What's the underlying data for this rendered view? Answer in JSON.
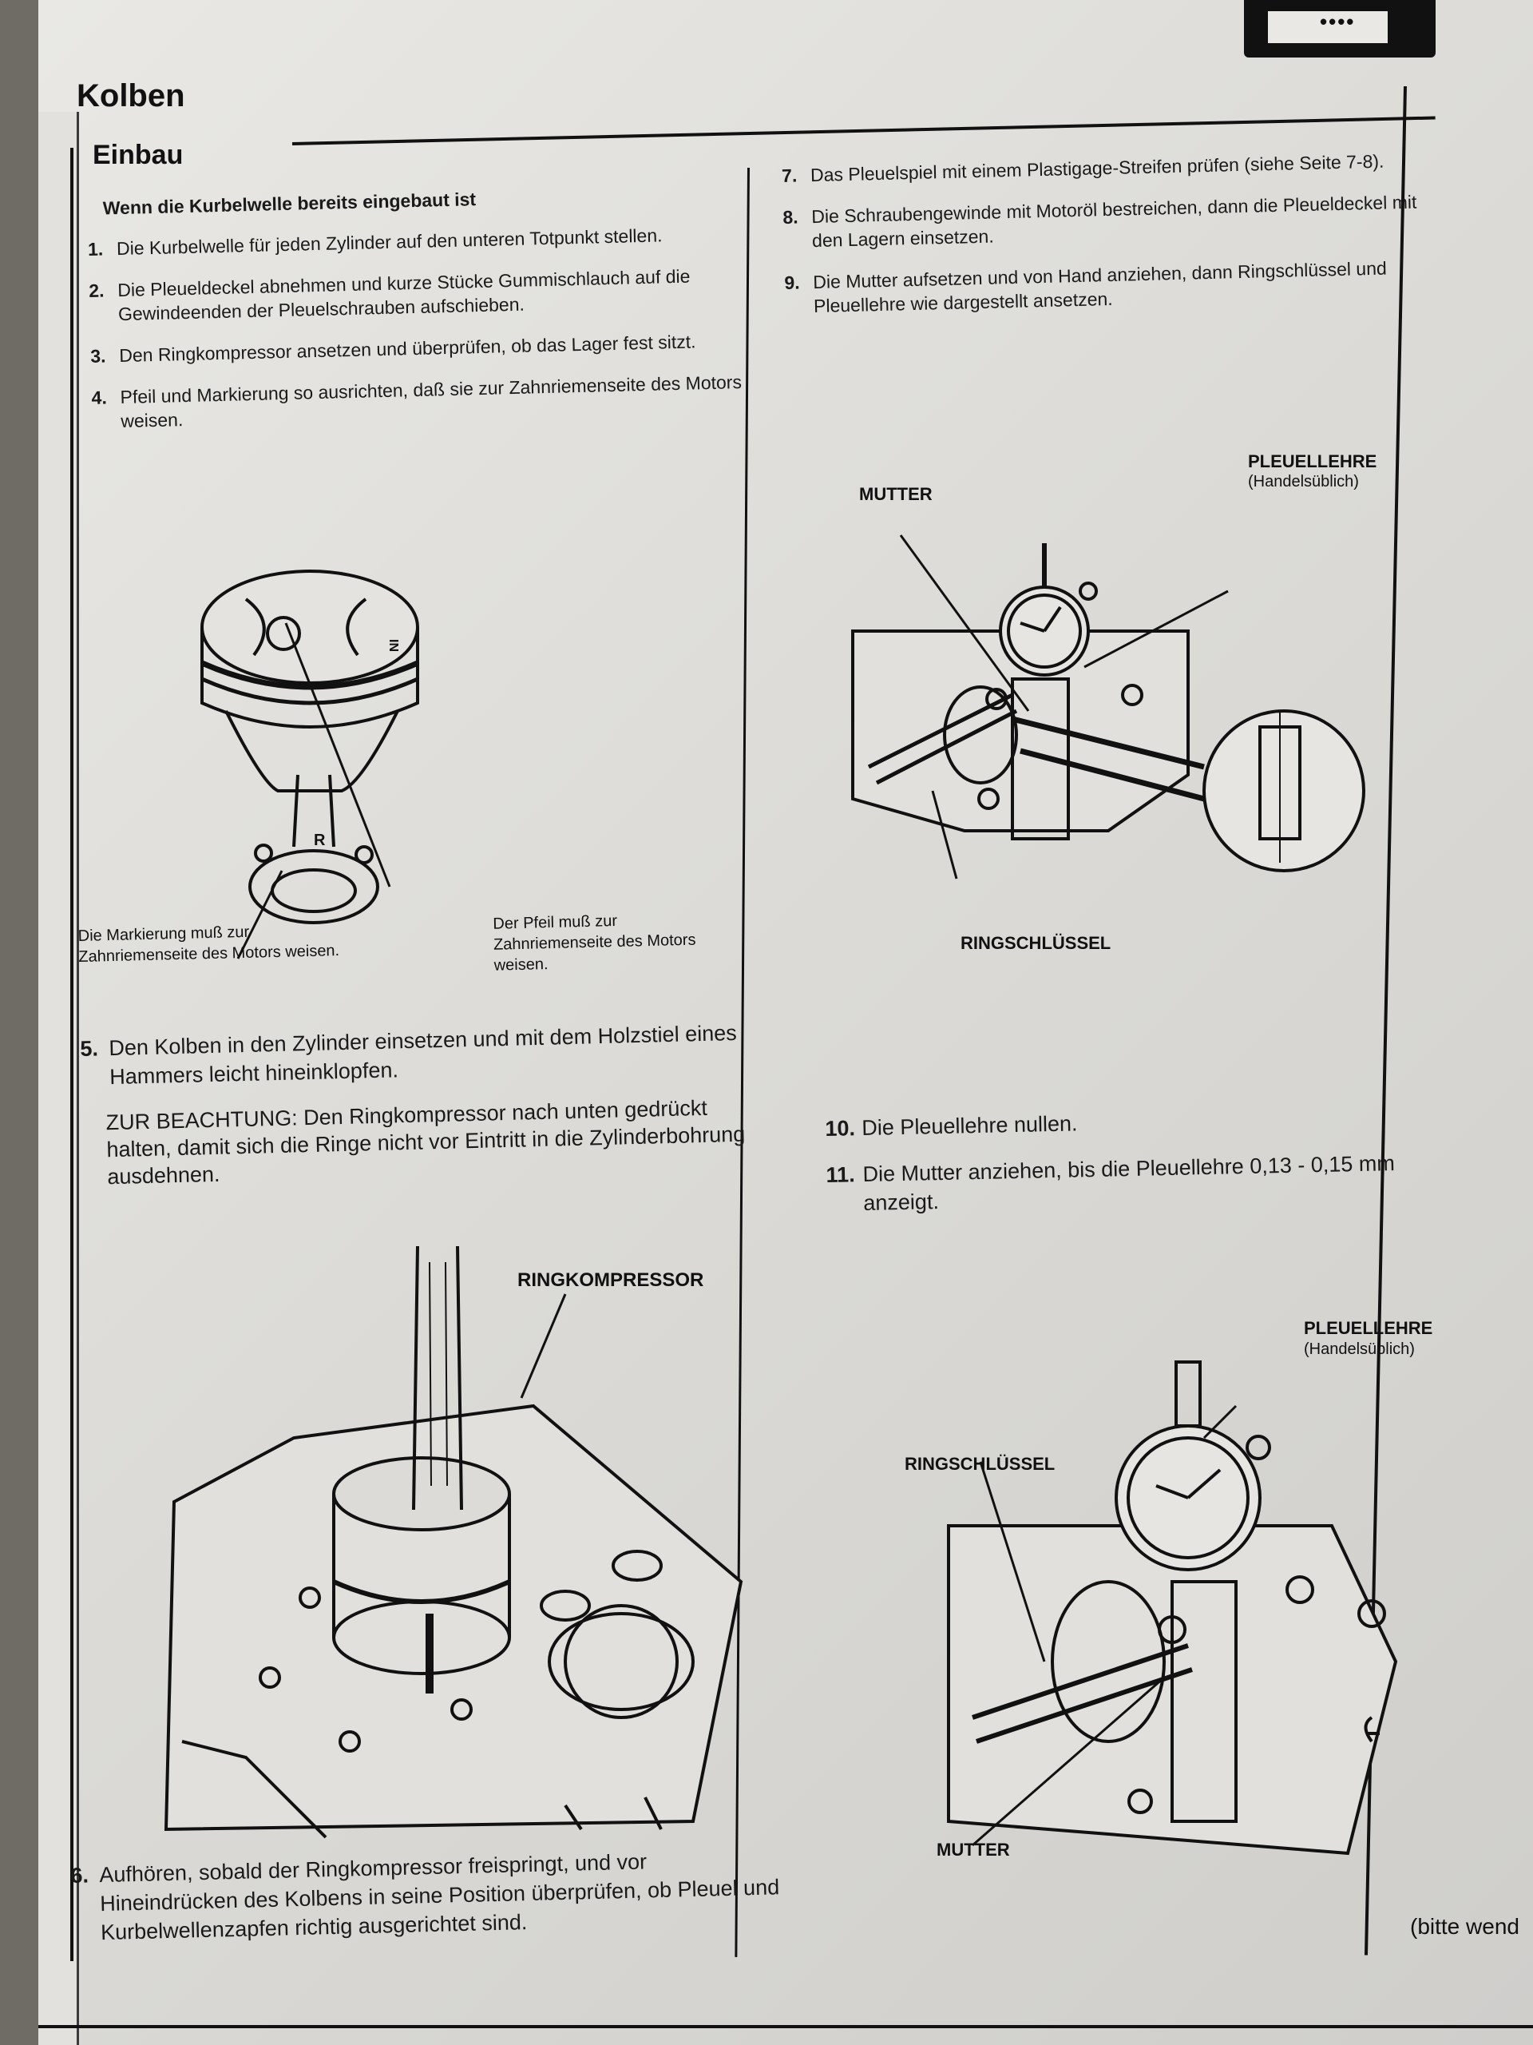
{
  "page": {
    "title": "Kolben",
    "section": "Einbau",
    "continue_note": "(bitte wend"
  },
  "left_column": {
    "condition": "Wenn die Kurbelwelle bereits eingebaut ist",
    "steps": [
      {
        "num": "1.",
        "text": "Die Kurbelwelle für jeden Zylinder auf den unteren Totpunkt stellen."
      },
      {
        "num": "2.",
        "text": "Die Pleueldeckel abnehmen und kurze Stücke Gummischlauch auf die Gewindeenden der Pleuelschrauben aufschieben."
      },
      {
        "num": "3.",
        "text": "Den Ringkompressor ansetzen und überprüfen, ob das Lager fest sitzt."
      },
      {
        "num": "4.",
        "text": "Pfeil und Markierung so ausrichten, daß sie zur Zahnriemenseite des Motors weisen."
      },
      {
        "num": "5.",
        "text": "Den Kolben in den Zylinder einsetzen und mit dem Holzstiel eines Hammers leicht hineinklopfen."
      },
      {
        "num": "6.",
        "text": "Aufhören, sobald der Ringkompressor freispringt, und vor Hineindrücken des Kolbens in seine Position überprüfen, ob Pleuel und Kurbelwellenzapfen richtig ausgerichtet sind."
      }
    ],
    "note": "ZUR BEACHTUNG: Den Ringkompressor nach unten gedrückt halten, damit sich die Ringe nicht vor Eintritt in die Zylinderbohrung ausdehnen.",
    "fig_piston": {
      "cap_left": "Die Markierung muß zur Zahnriemenseite des Motors weisen.",
      "cap_right": "Der Pfeil muß zur Zahnriemenseite des Motors weisen.",
      "mark_r": "R",
      "mark_in": "IN"
    },
    "fig_compressor": {
      "label": "RINGKOMPRESSOR"
    }
  },
  "right_column": {
    "steps_top": [
      {
        "num": "7.",
        "text": "Das Pleuelspiel mit einem Plastigage-Streifen prüfen (siehe Seite 7-8)."
      },
      {
        "num": "8.",
        "text": "Die Schraubengewinde mit Motoröl bestreichen, dann die Pleueldeckel mit den Lagern einsetzen."
      },
      {
        "num": "9.",
        "text": "Die Mutter aufsetzen und von Hand anziehen, dann Ringschlüssel und Pleuellehre wie dargestellt ansetzen."
      }
    ],
    "steps_bottom": [
      {
        "num": "10.",
        "text": "Die Pleuellehre nullen."
      },
      {
        "num": "11.",
        "text": "Die Mutter anziehen, bis die Pleuellehre 0,13 - 0,15 mm anzeigt."
      }
    ],
    "fig_gauge1": {
      "label_nut": "MUTTER",
      "label_gauge": "PLEUELLEHRE",
      "label_gauge_sub": "(Handelsüblich)",
      "label_wrench": "RINGSCHLÜSSEL"
    },
    "fig_gauge2": {
      "label_gauge": "PLEUELLEHRE",
      "label_gauge_sub": "(Handelsüblich)",
      "label_wrench": "RINGSCHLÜSSEL",
      "label_nut": "MUTTER"
    }
  }
}
